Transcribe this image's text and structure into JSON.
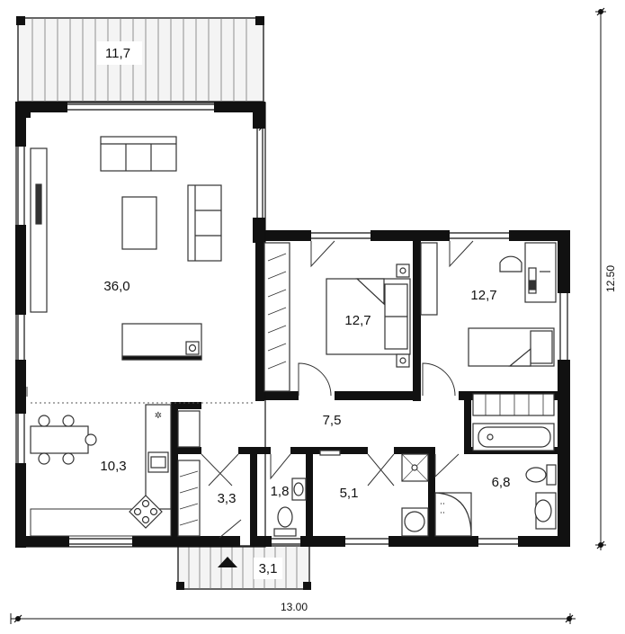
{
  "rooms": {
    "terrace_top": "11,7",
    "living": "36,0",
    "bedroom_1": "12,7",
    "bedroom_2": "12,7",
    "hall": "7,5",
    "kitchen": "10,3",
    "entry": "3,3",
    "wc": "1,8",
    "utility": "5,1",
    "bathroom": "6,8",
    "porch": "3,1"
  },
  "dimensions": {
    "width": "13.00",
    "depth": "12.50"
  },
  "icons": {
    "stove": "stove-icon",
    "entry_arrow": "entry-arrow-icon"
  },
  "colors": {
    "wall": "#111111",
    "deck_line": "#666666",
    "fixture_line": "#333333",
    "deck_fill": "#f2f2f2"
  }
}
